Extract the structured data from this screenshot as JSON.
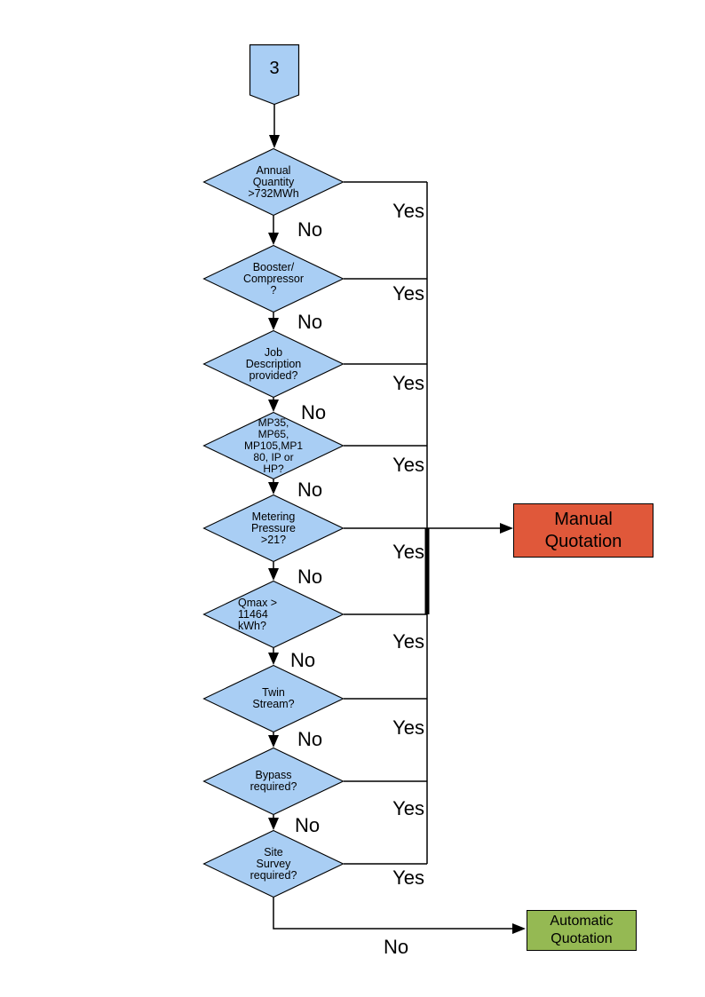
{
  "colors": {
    "page_bg": "#FFFFFF",
    "decision_fill": "#A9CEF4",
    "shape_stroke": "#000000",
    "manual_fill": "#E0583A",
    "automatic_fill": "#95B953",
    "line": "#000000",
    "text": "#000000"
  },
  "start": {
    "label": "3",
    "type": "off-page-connector"
  },
  "decisions": [
    {
      "id": "annual-quantity",
      "label": "Annual\nQuantity\n>732MWh"
    },
    {
      "id": "booster-compressor",
      "label": "Booster/\nCompressor\n?"
    },
    {
      "id": "job-description",
      "label": "Job\nDescription\nprovided?"
    },
    {
      "id": "pressure-tier",
      "label": "MP35,\nMP65,\nMP105,MP1\n80, IP or\nHP?"
    },
    {
      "id": "metering-pressure",
      "label": "Metering\nPressure\n>21?"
    },
    {
      "id": "qmax",
      "label": "Qmax >\n11464\nkWh?"
    },
    {
      "id": "twin-stream",
      "label": "Twin\nStream?"
    },
    {
      "id": "bypass",
      "label": "Bypass\nrequired?"
    },
    {
      "id": "site-survey",
      "label": "Site\nSurvey\nrequired?"
    }
  ],
  "outcomes": {
    "manual": {
      "label": "Manual\nQuotation"
    },
    "automatic": {
      "label": "Automatic\nQuotation"
    }
  },
  "edge_labels": {
    "yes": "Yes",
    "no": "No"
  },
  "edges": [
    {
      "from": "start-3",
      "to": "annual-quantity"
    },
    {
      "from": "annual-quantity",
      "yes_to": "manual-quotation",
      "no_to": "booster-compressor"
    },
    {
      "from": "booster-compressor",
      "yes_to": "manual-quotation",
      "no_to": "job-description"
    },
    {
      "from": "job-description",
      "yes_to": "manual-quotation",
      "no_to": "pressure-tier"
    },
    {
      "from": "pressure-tier",
      "yes_to": "manual-quotation",
      "no_to": "metering-pressure"
    },
    {
      "from": "metering-pressure",
      "yes_to": "manual-quotation",
      "no_to": "qmax"
    },
    {
      "from": "qmax",
      "yes_to": "manual-quotation",
      "no_to": "twin-stream"
    },
    {
      "from": "twin-stream",
      "yes_to": "manual-quotation",
      "no_to": "bypass"
    },
    {
      "from": "bypass",
      "yes_to": "manual-quotation",
      "no_to": "site-survey"
    },
    {
      "from": "site-survey",
      "yes_to": "manual-quotation",
      "no_to": "automatic-quotation"
    }
  ]
}
